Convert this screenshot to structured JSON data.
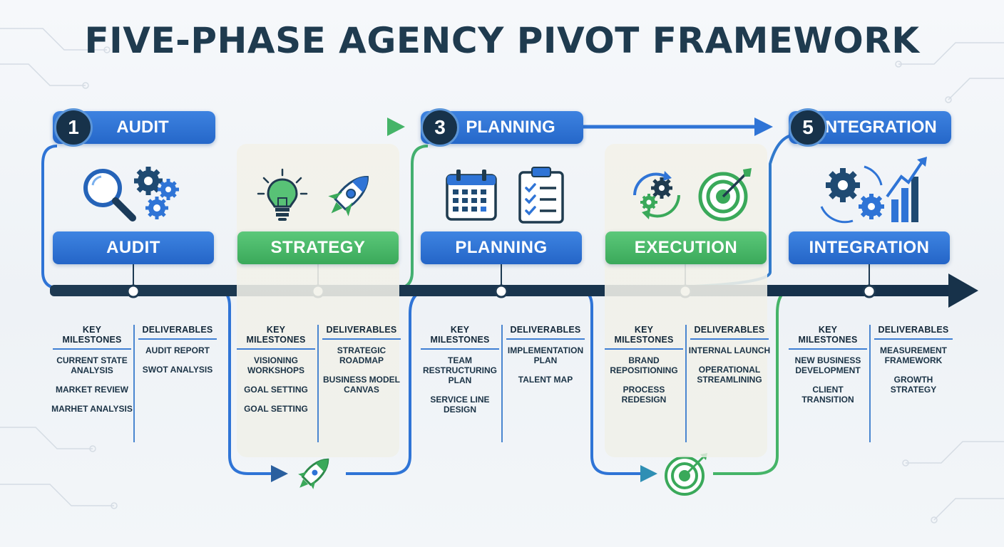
{
  "title": "FIVE-PHASE AGENCY PIVOT FRAMEWORK",
  "colors": {
    "blue": "#2f74d6",
    "green": "#45b468",
    "navy": "#17324a",
    "text": "#1f3b4f"
  },
  "headers": [
    {
      "number": "1",
      "label": "AUDIT"
    },
    {
      "number": "3",
      "label": "PLANNING"
    },
    {
      "number": "5",
      "label": "INTEGRATION"
    }
  ],
  "phases": [
    {
      "label": "AUDIT",
      "color": "blue",
      "icons": [
        "magnifier-icon",
        "gears-icon"
      ],
      "milestones_head": "KEY MILESTONES",
      "deliverables_head": "DELIVERABLES",
      "milestones": [
        "CURRENT STATE ANALYSIS",
        "MARKET REVIEW",
        "MARHET ANALYSIS"
      ],
      "deliverables": [
        "AUDIT REPORT",
        "SWOT ANALYSIS"
      ]
    },
    {
      "label": "STRATEGY",
      "color": "green",
      "icons": [
        "lightbulb-icon",
        "rocket-icon"
      ],
      "milestones_head": "KEY MILESTONES",
      "deliverables_head": "DELIVERABLES",
      "milestones": [
        "VISIONING WORKSHOPS",
        "GOAL SETTING",
        "GOAL SETTING"
      ],
      "deliverables": [
        "STRATEGIC ROADMAP",
        "BUSINESS MODEL CANVAS"
      ]
    },
    {
      "label": "PLANNING",
      "color": "blue",
      "icons": [
        "calendar-icon",
        "checklist-icon"
      ],
      "milestones_head": "KEY MILESTONES",
      "deliverables_head": "DELIVERABLES",
      "milestones": [
        "TEAM RESTRUCTURING PLAN",
        "SERVICE LINE DESIGN"
      ],
      "deliverables": [
        "IMPLEMENTATION PLAN",
        "TALENT MAP"
      ]
    },
    {
      "label": "EXECUTION",
      "color": "green",
      "icons": [
        "cycle-gears-icon",
        "target-icon"
      ],
      "milestones_head": "KEY MILESTONES",
      "deliverables_head": "DELIVERABLES",
      "milestones": [
        "BRAND REPOSITIONING",
        "PROCESS REDESIGN"
      ],
      "deliverables": [
        "INTERNAL LAUNCH",
        "OPERATIONAL STREAMLINING"
      ]
    },
    {
      "label": "INTEGRATION",
      "color": "blue",
      "icons": [
        "gears-growth-icon"
      ],
      "milestones_head": "KEY MILESTONES",
      "deliverables_head": "DELIVERABLES",
      "milestones": [
        "NEW BUSINESS DEVELOPMENT",
        "CLIENT TRANSITION"
      ],
      "deliverables": [
        "MEASUREMENT FRAMEWORK",
        "GROWTH STRATEGY"
      ]
    }
  ]
}
